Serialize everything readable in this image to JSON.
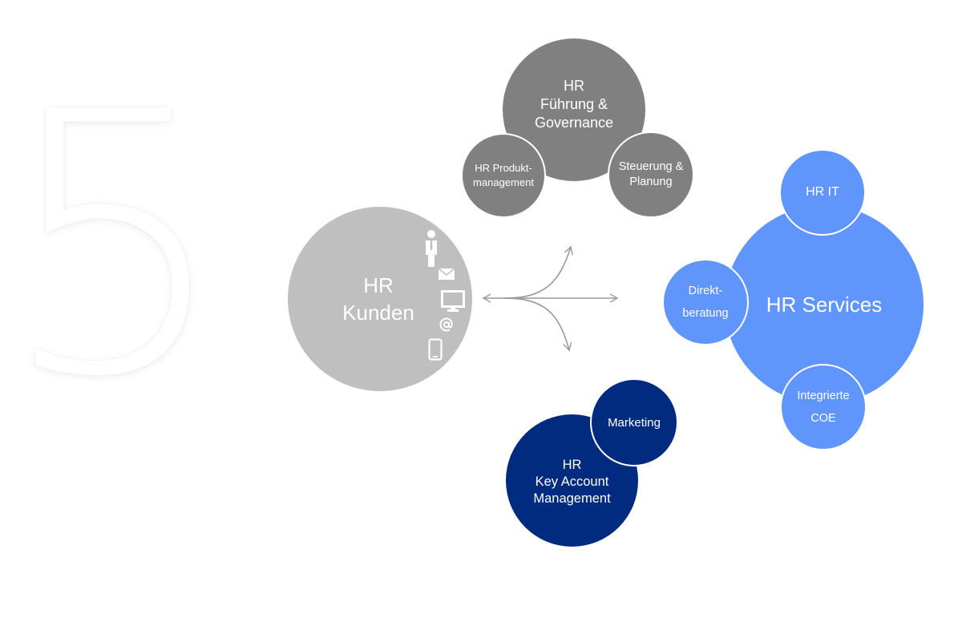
{
  "numeral": "5",
  "center": {
    "label_1": "HR",
    "label_2": "Kunden"
  },
  "governance": {
    "main_1": "HR",
    "main_2": "Führung &",
    "main_3": "Governance",
    "left_1": "HR Produkt-",
    "left_2": "management",
    "right_1": "Steuerung &",
    "right_2": "Planung"
  },
  "services": {
    "main": "HR Services",
    "top": "HR IT",
    "left_1": "Direkt-",
    "left_2": "beratung",
    "bottom_1": "Integrierte",
    "bottom_2": "COE"
  },
  "account": {
    "main_1": "HR",
    "main_2": "Key Account",
    "main_3": "Management",
    "satellite": "Marketing"
  },
  "channel_icons": [
    "person-icon",
    "envelope-icon",
    "monitor-icon",
    "at-sign-icon",
    "smartphone-icon"
  ],
  "colors": {
    "customer_gray": "#bfbfbf",
    "governance_gray": "#808080",
    "services_blue": "#6096fb",
    "account_navy": "#002b7f",
    "arrow_gray": "#9a9a9a"
  }
}
